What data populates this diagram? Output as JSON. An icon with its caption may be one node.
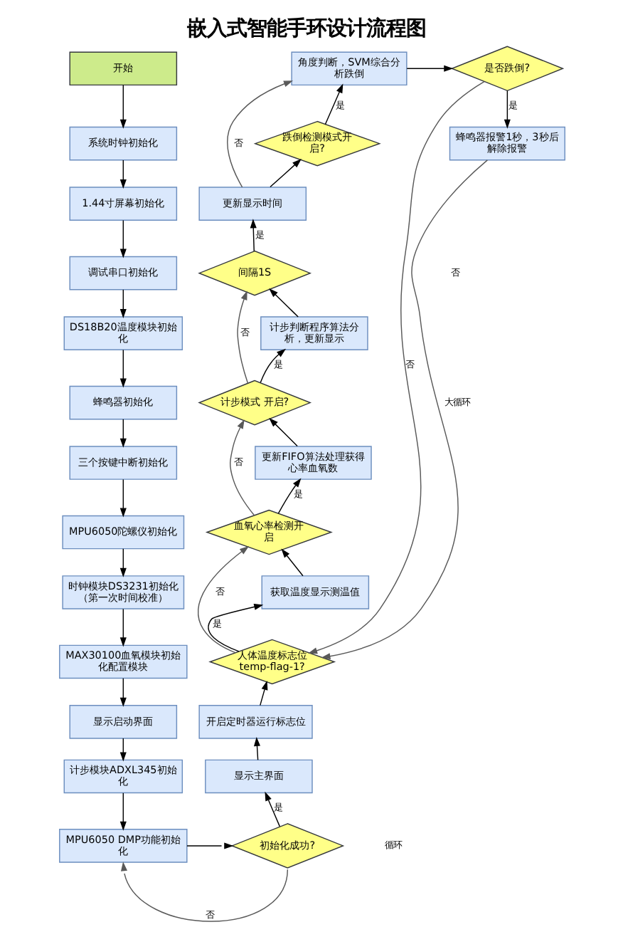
{
  "diagram": {
    "title": "嵌入式智能手环设计流程图",
    "nodes": [
      {
        "text": [
          "开始"
        ]
      },
      {
        "text": [
          "系统时钟初始化"
        ]
      },
      {
        "text": [
          "1.44寸屏幕初始化"
        ]
      },
      {
        "text": [
          "调试串口初始化"
        ]
      },
      {
        "text": [
          "DS18B20温度模块初始化"
        ]
      },
      {
        "text": [
          "蜂鸣器初始化"
        ]
      },
      {
        "text": [
          "三个按键中断初始化"
        ]
      },
      {
        "text": [
          "MPU6050陀螺仪初始化"
        ]
      },
      {
        "text": [
          "时钟模块DS3231初始化（第一次时间校准）"
        ]
      },
      {
        "text": [
          "MAX30100血氧模块初始化配置模块"
        ]
      },
      {
        "text": [
          "显示启动界面"
        ]
      },
      {
        "text": [
          "计步模块ADXL345初始化"
        ]
      },
      {
        "text": [
          "MPU6050 DMP功能初始化"
        ]
      },
      {
        "text": [
          "初始化成功?"
        ]
      },
      {
        "text": [
          "显示主界面"
        ]
      },
      {
        "text": [
          "开启定时器运行标志位"
        ]
      },
      {
        "text": [
          "人体温度标志位temp-flag-1?"
        ]
      },
      {
        "text": [
          "获取温度显示测温值"
        ]
      },
      {
        "text": [
          "血氧心率检测开启"
        ]
      },
      {
        "text": [
          "更新FIFO算法处理获得心率血氧数"
        ]
      },
      {
        "text": [
          "计步模式 开启?"
        ]
      },
      {
        "text": [
          "计步判断程序算法分析，更新显示"
        ]
      },
      {
        "text": [
          "间隔1S"
        ]
      },
      {
        "text": [
          "更新显示时间"
        ]
      },
      {
        "text": [
          "跌倒检测模式开启?"
        ]
      },
      {
        "text": [
          "角度判断，SVM综合分析跌倒"
        ]
      },
      {
        "text": [
          "是否跌倒?"
        ]
      },
      {
        "text": [
          "蜂鸣器报警1秒，3秒后解除报警"
        ]
      }
    ],
    "edges": [
      {
        "from": 0,
        "to": 1,
        "arrow": "to"
      },
      {
        "from": 1,
        "to": 2,
        "arrow": "to"
      },
      {
        "from": 2,
        "to": 3,
        "arrow": "to"
      },
      {
        "from": 3,
        "to": 4,
        "arrow": "to"
      },
      {
        "from": 4,
        "to": 5,
        "arrow": "to"
      },
      {
        "from": 5,
        "to": 6,
        "arrow": "to"
      },
      {
        "from": 6,
        "to": 7,
        "arrow": "to"
      },
      {
        "from": 7,
        "to": 8,
        "arrow": "to"
      },
      {
        "from": 8,
        "to": 9,
        "arrow": "to"
      },
      {
        "from": 9,
        "to": 10,
        "arrow": "to"
      },
      {
        "from": 10,
        "to": 11,
        "arrow": "to"
      },
      {
        "from": 11,
        "to": 12,
        "arrow": "to"
      },
      {
        "from": 12,
        "to": 13,
        "arrow": "to"
      },
      {
        "from": 13,
        "to": 14,
        "arrow": "to",
        "label": "是"
      },
      {
        "from": 13,
        "to": 12,
        "arrow": "to",
        "label": "否",
        "color": "#595959"
      },
      {
        "from": 14,
        "to": 15,
        "arrow": "to"
      },
      {
        "from": 15,
        "to": 16,
        "arrow": "to"
      },
      {
        "from": 16,
        "to": 17,
        "arrow": "to",
        "label": "是"
      },
      {
        "from": 16,
        "to": 18,
        "arrow": "to",
        "label": "否",
        "color": "#595959"
      },
      {
        "from": 17,
        "to": 18,
        "arrow": "to"
      },
      {
        "from": 18,
        "to": 19,
        "arrow": "to",
        "label": "是"
      },
      {
        "from": 18,
        "to": 20,
        "arrow": "to",
        "label": "否",
        "color": "#595959"
      },
      {
        "from": 19,
        "to": 20,
        "arrow": "to"
      },
      {
        "from": 20,
        "to": 21,
        "arrow": "to",
        "label": "是"
      },
      {
        "from": 20,
        "to": 22,
        "arrow": "to",
        "label": "否",
        "color": "#595959"
      },
      {
        "from": 21,
        "to": 22,
        "arrow": "to"
      },
      {
        "from": 22,
        "to": 23,
        "arrow": "to",
        "label": "是"
      },
      {
        "from": 23,
        "to": 24,
        "arrow": "to"
      },
      {
        "from": 24,
        "to": 25,
        "arrow": "to",
        "label": "是"
      },
      {
        "from": 23,
        "to": 25,
        "arrow": "to",
        "label": "否",
        "color": "#595959"
      },
      {
        "from": 25,
        "to": 26,
        "arrow": "to"
      },
      {
        "from": 26,
        "to": 27,
        "arrow": "to",
        "label": "是"
      },
      {
        "from": 26,
        "to": 16,
        "arrow": "to",
        "label": "否",
        "color": "#595959"
      },
      {
        "from": 27,
        "to": 16,
        "arrow": "to",
        "label": "大循环",
        "color": "#595959"
      }
    ],
    "labels": [
      "否",
      "循环"
    ]
  }
}
